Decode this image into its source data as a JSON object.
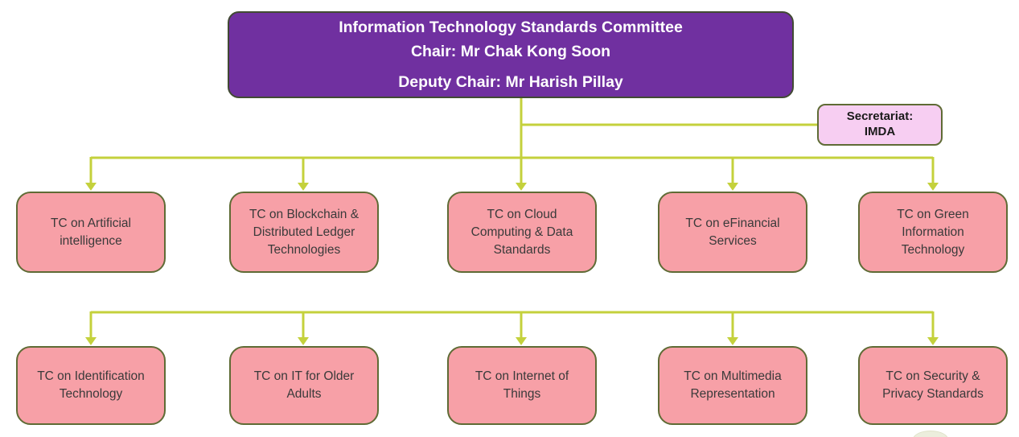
{
  "palette": {
    "background": "#ffffff",
    "root_fill": "#7030A0",
    "root_border": "#414A33",
    "root_text": "#ffffff",
    "secretariat_fill": "#F7CEF2",
    "secretariat_border": "#5F6B35",
    "secretariat_text": "#1a1a1a",
    "tc_fill": "#F7A0A7",
    "tc_border": "#5F6B35",
    "tc_text": "#3a3a3a",
    "connector": "#C4D13C"
  },
  "root": {
    "title": "Information Technology Standards Committee",
    "chair": "Chair: Mr Chak Kong Soon",
    "deputy_chair": "Deputy Chair: Mr Harish Pillay"
  },
  "secretariat": {
    "line1": "Secretariat:",
    "line2": "IMDA"
  },
  "rows": [
    {
      "items": [
        {
          "label": "TC on Artificial intelligence"
        },
        {
          "label": "TC on Blockchain & Distributed Ledger Technologies"
        },
        {
          "label": "TC on Cloud Computing & Data Standards"
        },
        {
          "label": "TC on eFinancial Services"
        },
        {
          "label": "TC on Green Information Technology"
        }
      ]
    },
    {
      "items": [
        {
          "label": "TC on Identification Technology"
        },
        {
          "label": "TC on IT for Older Adults"
        },
        {
          "label": "TC on Internet of Things"
        },
        {
          "label": "TC on Multimedia Representation"
        },
        {
          "label": "TC on Security & Privacy Standards"
        }
      ]
    }
  ]
}
